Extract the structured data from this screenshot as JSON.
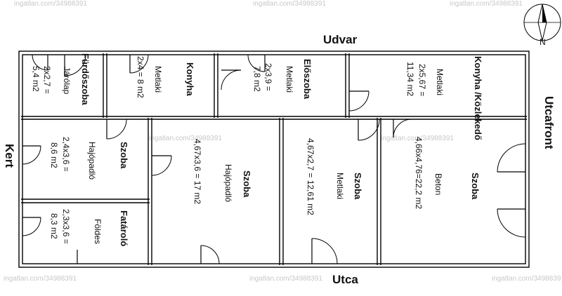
{
  "outside": {
    "udvar": "Udvar",
    "utca": "Utca",
    "kert": "Kert",
    "utcafront": "Utcafront"
  },
  "compass": {
    "north": "N"
  },
  "rooms": [
    {
      "name": "Fürdőszoba",
      "dims": "2x2,7 =",
      "area": "5,4 m2",
      "floor": "Járólap"
    },
    {
      "name": "Konyha",
      "dims": "2x4 = 8 m2",
      "floor": "Metlaki"
    },
    {
      "name": "Előszoba",
      "dims": "2x3,9 =",
      "area": "7,8 m2",
      "floor": "Metlaki"
    },
    {
      "name": "Konyha /Közlekedő",
      "dims": "2x5,67 =",
      "area": "11,34 m2",
      "floor": "Metlaki"
    },
    {
      "name": "Szoba",
      "dims": "2,4x3,6 =",
      "area": "8,6 m2",
      "floor": "Hajópadló"
    },
    {
      "name": "Szoba",
      "dims": "4,67x3,6 = 17 m2",
      "floor": "Hajópadló"
    },
    {
      "name": "Szoba",
      "dims": "4,67x2,7 = 12,61 m2",
      "floor": "Metlaki"
    },
    {
      "name": "Szoba",
      "dims": "4,66x4,76=22,2 m2",
      "floor": "Beton"
    },
    {
      "name": "Fatároló",
      "dims": "2,3x3,6 =",
      "area": "8,3 m2",
      "floor": "Földes"
    }
  ],
  "watermark": "ingatlan.com/34988391"
}
